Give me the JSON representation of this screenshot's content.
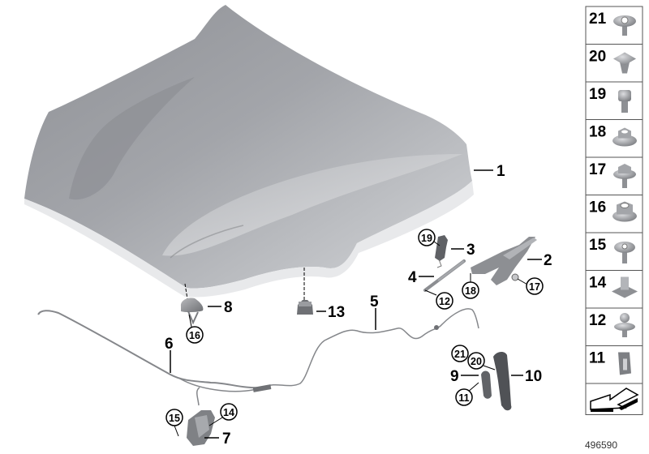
{
  "diagram": {
    "type": "exploded-parts-diagram",
    "subject": "Engine hood / bonnet with mounting parts and release mechanism",
    "document_number": "496590",
    "callouts": [
      {
        "id": "1",
        "part": "hood"
      },
      {
        "id": "2",
        "part": "hood-hinge"
      },
      {
        "id": "3",
        "part": "hinge-bracket"
      },
      {
        "id": "4",
        "part": "gas-strut"
      },
      {
        "id": "5",
        "part": "bowden-cable-front"
      },
      {
        "id": "6",
        "part": "bowden-cable-rear"
      },
      {
        "id": "7",
        "part": "hood-lock"
      },
      {
        "id": "8",
        "part": "catch-bracket"
      },
      {
        "id": "9",
        "part": "handle-cover"
      },
      {
        "id": "10",
        "part": "release-handle"
      },
      {
        "id": "13",
        "part": "rubber-buffer"
      }
    ],
    "circled_refs": [
      "19",
      "12",
      "18",
      "17",
      "16",
      "21",
      "20",
      "11",
      "15",
      "14"
    ],
    "legend": [
      {
        "num": "21",
        "icon": "flange-screw-torx"
      },
      {
        "num": "20",
        "icon": "square-expanding-rivet"
      },
      {
        "num": "19",
        "icon": "torx-bolt"
      },
      {
        "num": "18",
        "icon": "flange-hex-nut"
      },
      {
        "num": "17",
        "icon": "hex-flange-bolt"
      },
      {
        "num": "16",
        "icon": "hex-collar-nut"
      },
      {
        "num": "15",
        "icon": "torx-pan-screw"
      },
      {
        "num": "14",
        "icon": "clip-nut"
      },
      {
        "num": "12",
        "icon": "ball-stud"
      },
      {
        "num": "11",
        "icon": "plastic-clip"
      },
      {
        "num": "",
        "icon": "direction-arrow"
      }
    ]
  }
}
